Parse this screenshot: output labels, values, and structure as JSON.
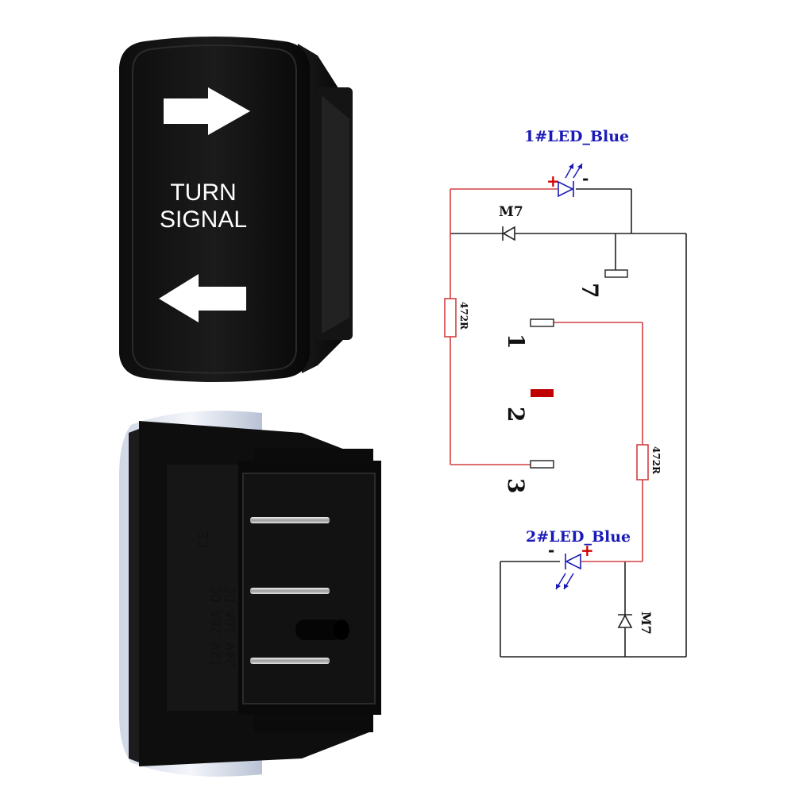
{
  "switch_front": {
    "legend_line1": "TURN",
    "legend_line2": "SIGNAL",
    "arrow_top": "right-arrow-icon",
    "arrow_bottom": "left-arrow-icon"
  },
  "switch_back": {
    "mark": "CE",
    "rating_line1": "12V 20A DC",
    "rating_line2": "24V 10A DC"
  },
  "diagram": {
    "led1_label": "1#LED_Blue",
    "led2_label": "2#LED_Blue",
    "diode1_label": "M7",
    "diode2_label": "M7",
    "resistor1_label": "472R",
    "resistor2_label": "472R",
    "pin_7": "7",
    "pin_1": "1",
    "pin_2": "2",
    "pin_3": "3",
    "plus": "+",
    "minus": "-"
  },
  "colors": {
    "wire_red": "#d04040",
    "wire_black": "#222222",
    "label_blue": "#1a1ab8",
    "pin2_red": "#c00000"
  }
}
